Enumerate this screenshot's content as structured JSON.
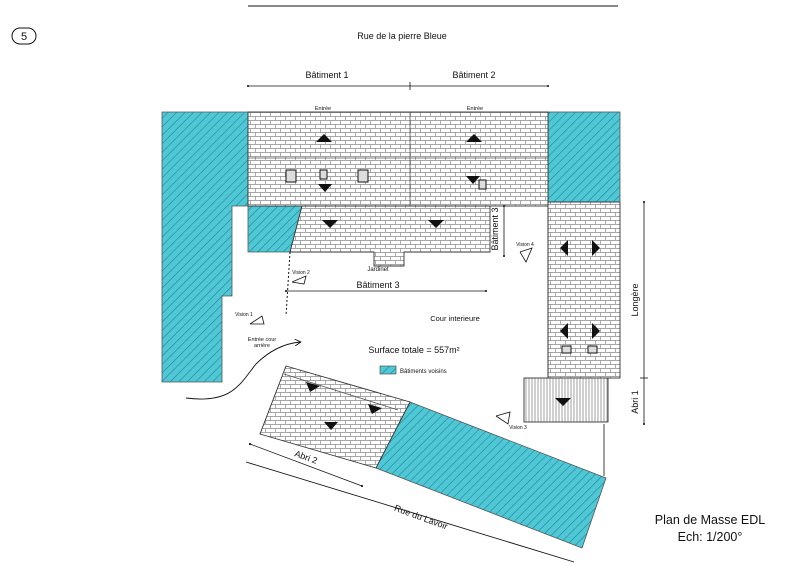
{
  "page_number": "5",
  "street_top": "Rue de la pierre Bleue",
  "street_bottom": "Rue du Lavoir",
  "buildings": {
    "b1": "Bâtiment 1",
    "b2": "Bâtiment 2",
    "b3_vertical": "Bâtiment 3",
    "b3_horizontal": "Bâtiment 3",
    "longere": "Longère",
    "abri1": "Abri 1",
    "abri2": "Abri 2"
  },
  "entrances": {
    "e1": "Entrée",
    "e2": "Entrée",
    "rear_line1": "Entrée cour",
    "rear_line2": "arrière"
  },
  "areas": {
    "jardinet": "Jardinet",
    "cour": "Cour interieure"
  },
  "surface_total": "Surface totale = 557m²",
  "legend": {
    "label": "Bâtiments voisins",
    "color": "#4fc8d6"
  },
  "views": {
    "v1": "Vision 1",
    "v2": "Vision 2",
    "v3": "Vision 3",
    "v4": "Vision 4"
  },
  "title_block": {
    "title": "Plan de Masse EDL",
    "scale": "Ech: 1/200°"
  },
  "colors": {
    "neighbour_fill": "#4fc8d6",
    "hatch": "#1f6f86",
    "brick_line": "#8a8a8a",
    "ink": "#111111"
  }
}
